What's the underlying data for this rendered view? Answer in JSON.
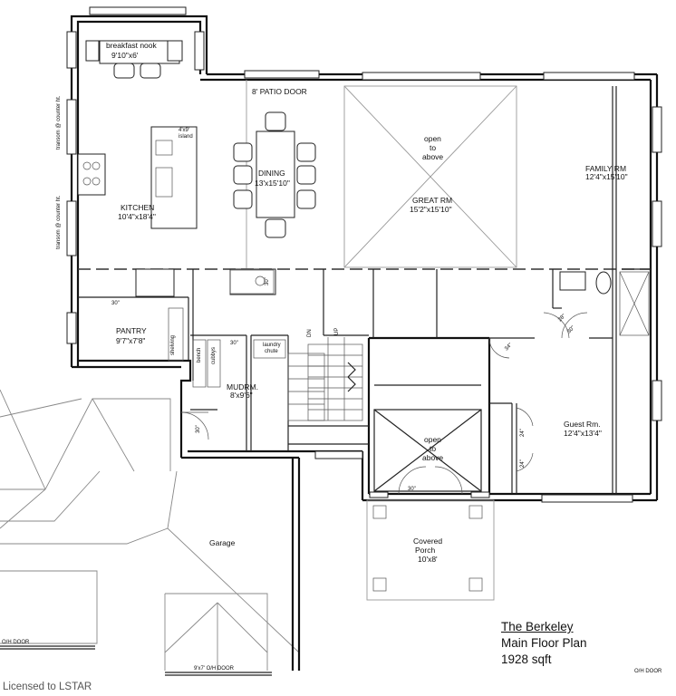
{
  "title_block": {
    "name": "The Berkeley",
    "subtitle": "Main Floor Plan",
    "size": "1928 sqft"
  },
  "watermark": "Licensed to LSTAR",
  "rooms": {
    "breakfast_nook": {
      "name": "breakfast nook",
      "dims": "9'10\"x6'"
    },
    "kitchen": {
      "name": "KITCHEN",
      "dims": "10'4\"x18'4\""
    },
    "island": {
      "line1": "4'x9'",
      "line2": "island"
    },
    "dining": {
      "name": "DINING",
      "dims": "13'x15'10\""
    },
    "great_rm": {
      "name": "GREAT RM",
      "dims": "15'2\"x15'10\""
    },
    "open_above_1": {
      "line1": "open",
      "line2": "to",
      "line3": "above"
    },
    "family_rm": {
      "name": "FAMILY RM",
      "dims": "12'4\"x15'10\""
    },
    "pantry": {
      "name": "PANTRY",
      "dims": "9'7\"x7'8\""
    },
    "mudrm": {
      "name": "MUDRM.",
      "dims": "8'x9'6\""
    },
    "guest_rm": {
      "name": "Guest Rm.",
      "dims": "12'4\"x13'4\""
    },
    "open_above_2": {
      "line1": "open",
      "line2": "to",
      "line3": "above"
    },
    "covered_porch": {
      "name": "Covered",
      "name2": "Porch",
      "dims": "10'x8'"
    },
    "garage": {
      "name": "Garage"
    }
  },
  "annotations": {
    "patio_door": "8' PATIO DOOR",
    "transom_1": "transom @ counter ht.",
    "transom_2": "transom @ counter ht.",
    "shelving": "shelving",
    "bench": "bench",
    "cubbys": "cubbys",
    "laundry": "laundry",
    "chute": "chute",
    "dn": "DN",
    "up": "UP",
    "dim_30_a": "30\"",
    "dim_30_b": "30\"",
    "dim_30_c": "30\"",
    "dim_30_d": "30\"",
    "dim_28": "28\"",
    "dim_30_e": "30\"",
    "dim_34": "34\"",
    "dim_24_a": "24\"",
    "dim_24_b": "24\"",
    "dim_30_f": "30\"",
    "oh_door_left": "O/H DOOR",
    "oh_door_right": "O/H DOOR",
    "oh_door_center": "9'x7' O/H DOOR"
  }
}
